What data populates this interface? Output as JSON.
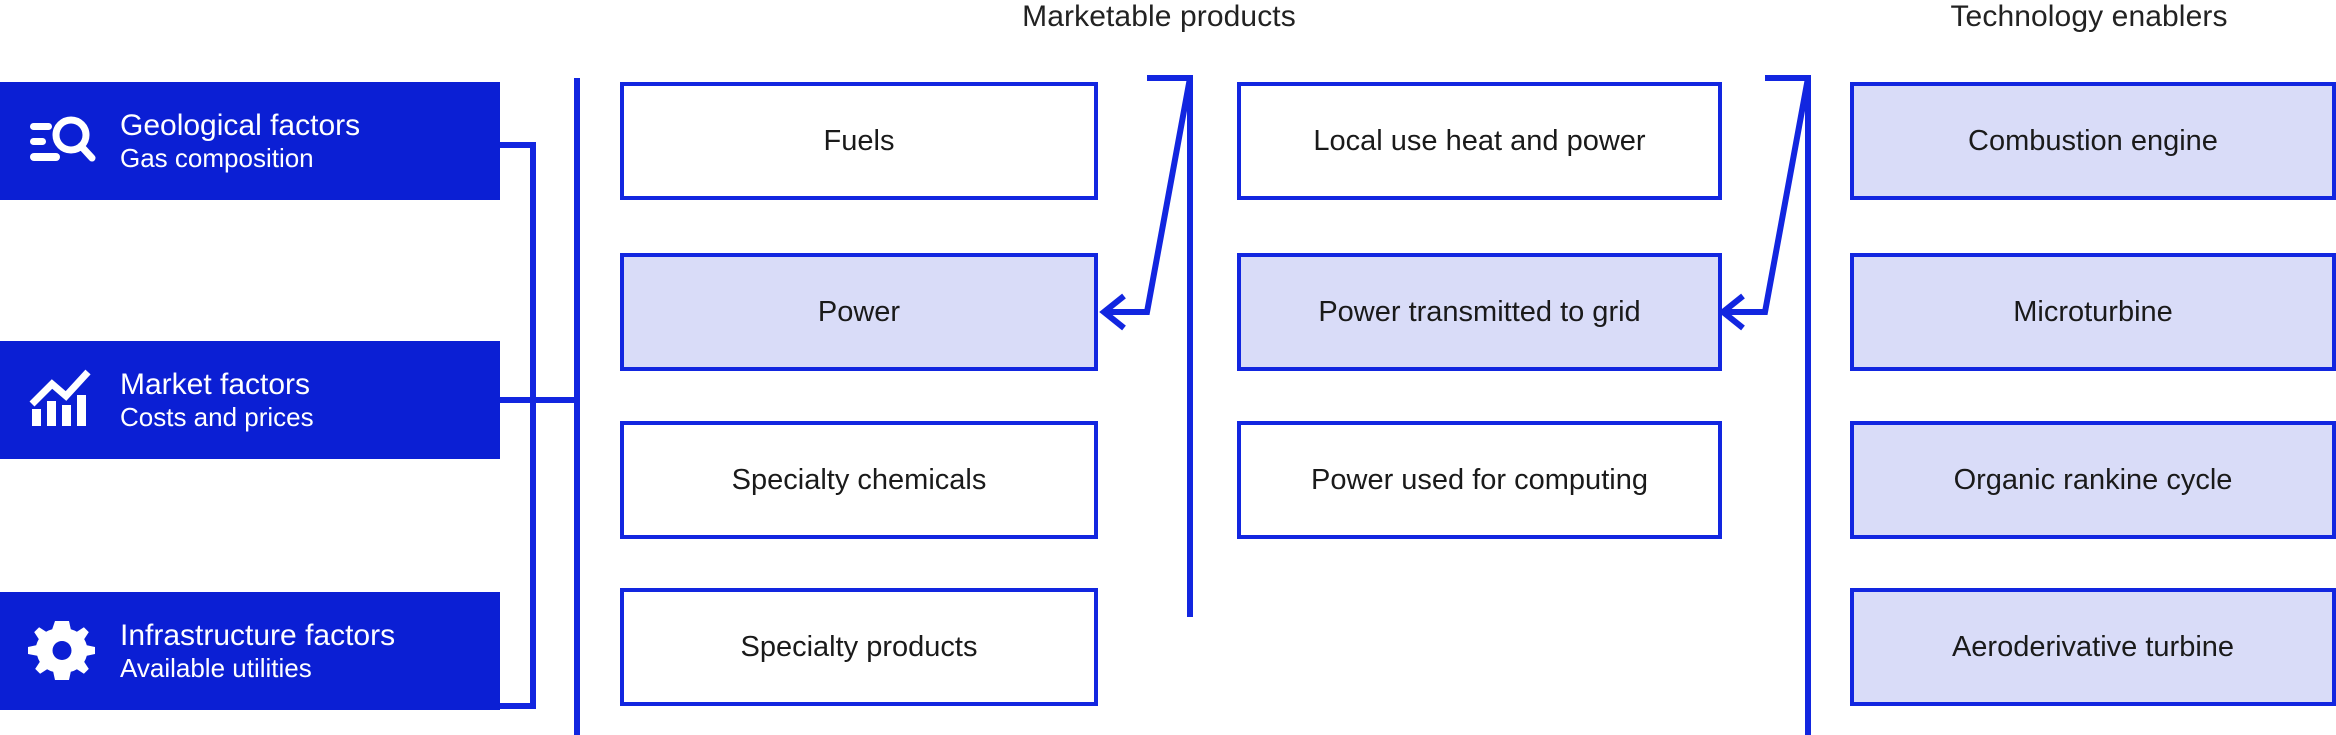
{
  "colors": {
    "brand_blue": "#0b1fd4",
    "line_blue": "#1226e0",
    "fill_light": "#d9dcf8",
    "text_dark": "#1a1a1a",
    "white": "#ffffff"
  },
  "headers": {
    "marketable_products": "Marketable products",
    "technology_enablers": "Technology enablers"
  },
  "factors": [
    {
      "title": "Geological factors",
      "subtitle": "Gas composition",
      "icon": "search-list-icon"
    },
    {
      "title": "Market factors",
      "subtitle": "Costs and prices",
      "icon": "bar-chart-trend-icon"
    },
    {
      "title": "Infrastructure factors",
      "subtitle": "Available utilities",
      "icon": "gear-icon"
    }
  ],
  "marketable_products": {
    "column_a": [
      {
        "label": "Fuels",
        "highlighted": false
      },
      {
        "label": "Power",
        "highlighted": true
      },
      {
        "label": "Specialty chemicals",
        "highlighted": false
      },
      {
        "label": "Specialty products",
        "highlighted": false
      }
    ],
    "column_b": [
      {
        "label": "Local use heat and power",
        "highlighted": false
      },
      {
        "label": "Power transmitted to grid",
        "highlighted": true
      },
      {
        "label": "Power used for computing",
        "highlighted": false
      }
    ]
  },
  "technology_enablers": [
    {
      "label": "Combustion engine",
      "highlighted": true
    },
    {
      "label": "Microturbine",
      "highlighted": true
    },
    {
      "label": "Organic rankine cycle",
      "highlighted": true
    },
    {
      "label": "Aeroderivative turbine",
      "highlighted": true
    }
  ],
  "connectors": [
    {
      "name": "power-to-grid-arrow",
      "direction": "left"
    },
    {
      "name": "grid-to-enabler-arrow",
      "direction": "left"
    }
  ]
}
